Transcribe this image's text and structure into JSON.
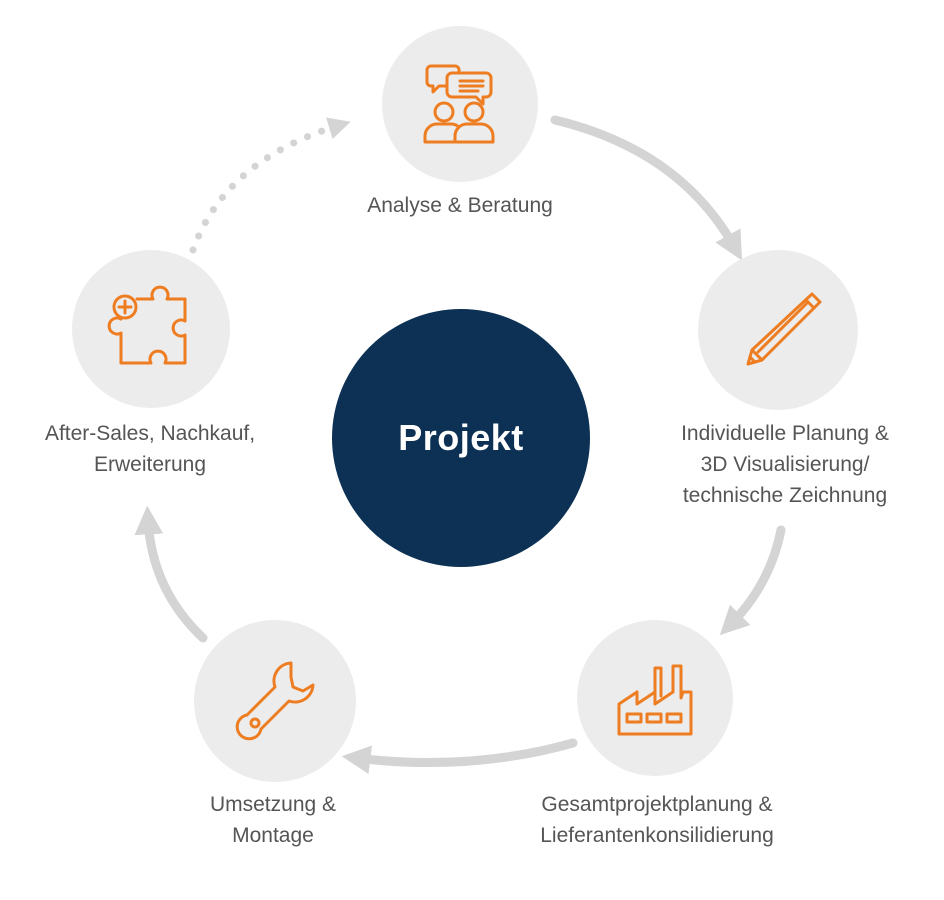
{
  "center": {
    "label": "Projekt"
  },
  "steps": [
    {
      "id": "analyse",
      "icon": "discussion-people-icon",
      "lines": [
        "Analyse & Beratung"
      ]
    },
    {
      "id": "planung",
      "icon": "pencil-icon",
      "lines": [
        "Individuelle Planung &",
        "3D Visualisierung/",
        "technische Zeichnung"
      ]
    },
    {
      "id": "gesamt",
      "icon": "factory-icon",
      "lines": [
        "Gesamtprojektplanung &",
        "Lieferantenkonsilidierung"
      ]
    },
    {
      "id": "umsetzung",
      "icon": "wrench-icon",
      "lines": [
        "Umsetzung &",
        "Montage"
      ]
    },
    {
      "id": "aftersales",
      "icon": "puzzle-plus-icon",
      "lines": [
        "After-Sales, Nachkauf,",
        "Erweiterung"
      ]
    }
  ],
  "colors": {
    "accent": "#ee7d22",
    "navy": "#0c3155",
    "circle": "#ececec",
    "arrow": "#d4d4d4",
    "text": "#555555"
  }
}
